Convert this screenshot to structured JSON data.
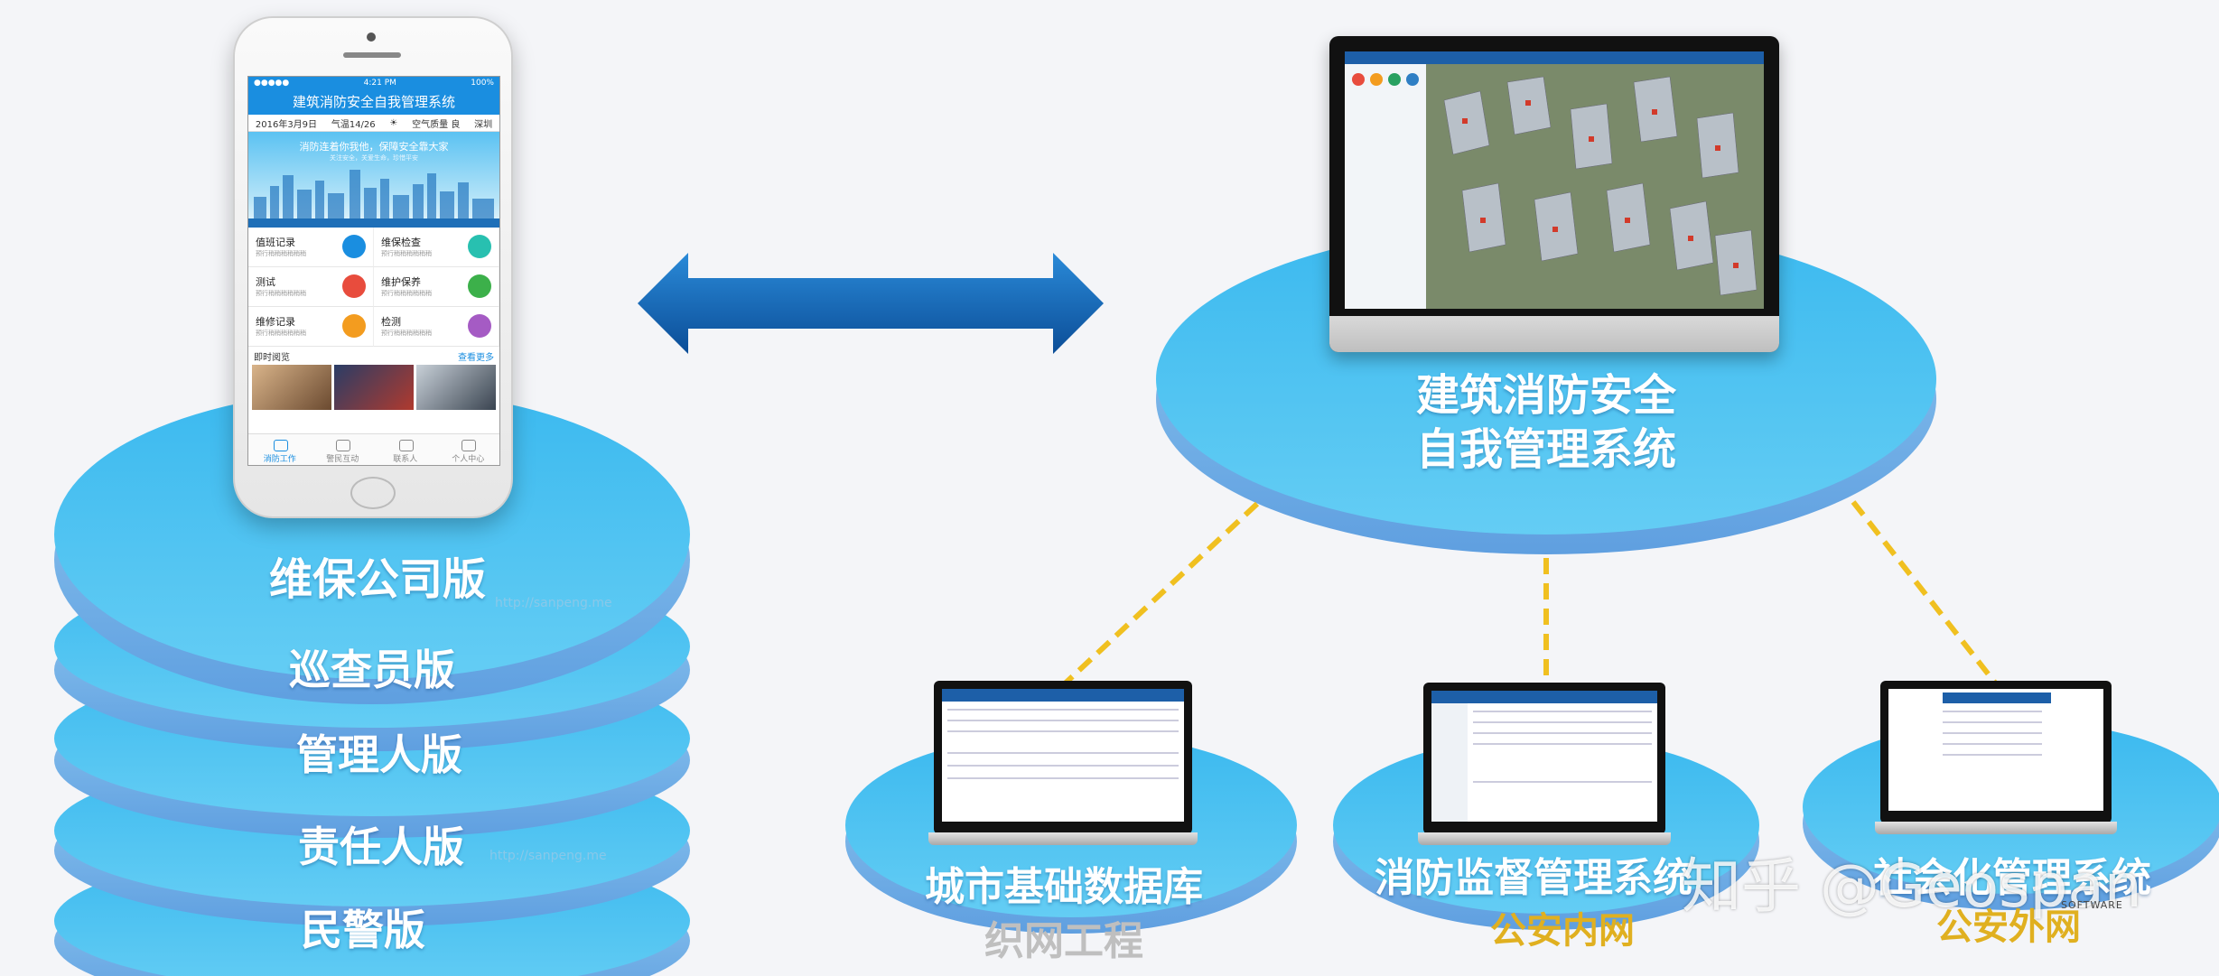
{
  "colors": {
    "disc": "#4cc3f2",
    "disc_dark": "#2aa3e0",
    "arrow": "#1566b5",
    "dash": "#f0c020",
    "sub_gold": "#e0b020",
    "sub_gray": "#bfbfbf"
  },
  "phone": {
    "status_time": "4:21 PM",
    "status_battery": "100%",
    "app_title": "建筑消防安全自我管理系统",
    "info_date": "2016年3月9日",
    "info_temp": "气温14/26",
    "info_air": "空气质量 良",
    "info_city": "深圳",
    "banner_slogan": "消防连着你我他，保障安全靠大家",
    "banner_sub": "关注安全，关爱生命，珍惜平安",
    "grid": [
      {
        "title": "值班记录",
        "desc": "预行稍稍稍稍稍稍"
      },
      {
        "title": "维保检查",
        "desc": "预行稍稍稍稍稍稍"
      },
      {
        "title": "测试",
        "desc": "预行稍稍稍稍稍稍"
      },
      {
        "title": "维护保养",
        "desc": "预行稍稍稍稍稍稍"
      },
      {
        "title": "维修记录",
        "desc": "预行稍稍稍稍稍稍"
      },
      {
        "title": "检测",
        "desc": "预行稍稍稍稍稍稍"
      }
    ],
    "news_label": "即时阅览",
    "news_more": "查看更多",
    "tabs": [
      "消防工作",
      "警民互动",
      "联系人",
      "个人中心"
    ]
  },
  "stack_labels": [
    "维保公司版",
    "巡查员版",
    "管理人版",
    "责任人版",
    "民警版"
  ],
  "watermark": "http://sanpeng.me",
  "main_system": {
    "line1": "建筑消防安全",
    "line2": "自我管理系统"
  },
  "nodes": [
    {
      "title": "城市基础数据库",
      "sub": "织网工程"
    },
    {
      "title": "消防监督管理系统",
      "sub": "公安内网"
    },
    {
      "title": "社会化管理系统",
      "sub": "公安外网"
    }
  ],
  "overlay_text": "知乎 @Geospan",
  "software_tag": "SOFTWARE"
}
